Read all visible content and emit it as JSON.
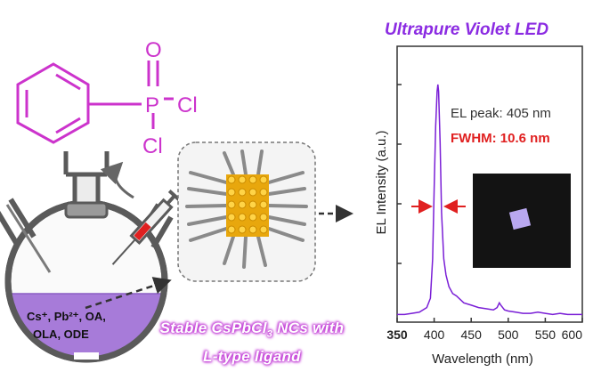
{
  "title": "Ultrapure Violet LED",
  "molecule": {
    "atoms": {
      "oxygen": "O",
      "phosphorus": "P",
      "chlorine_1": "Cl",
      "chlorine_2": "Cl"
    },
    "color": "#cc33cc"
  },
  "flask_contents": {
    "line_1": "Cs⁺, Pb²⁺, OA,",
    "line_2": "OLA, ODE",
    "liquid_color": "#a77bd9"
  },
  "caption": {
    "line_1_prefix": "Stable CsPbCl",
    "line_1_sub": "3",
    "line_1_suffix": " NCs with",
    "line_2": "L-type ligand"
  },
  "chart_data": {
    "type": "line",
    "xlabel": "Wavelength (nm)",
    "ylabel": "EL Intensity (a.u.)",
    "xlim": [
      350,
      600
    ],
    "xticks": [
      350,
      400,
      450,
      500,
      550,
      600
    ],
    "series": [
      {
        "x": [
          350,
          360,
          370,
          380,
          390,
          395,
          398,
          400,
          402,
          404,
          405,
          406,
          408,
          410,
          413,
          416,
          420,
          425,
          430,
          440,
          450,
          460,
          470,
          480,
          485,
          488,
          490,
          495,
          500,
          510,
          520,
          530,
          540,
          550,
          560,
          570,
          580,
          590,
          600
        ],
        "values": [
          0.01,
          0.01,
          0.015,
          0.02,
          0.04,
          0.08,
          0.25,
          0.55,
          0.82,
          0.97,
          1.0,
          0.97,
          0.75,
          0.45,
          0.25,
          0.18,
          0.13,
          0.1,
          0.09,
          0.06,
          0.05,
          0.04,
          0.035,
          0.03,
          0.04,
          0.06,
          0.05,
          0.03,
          0.025,
          0.02,
          0.015,
          0.015,
          0.02,
          0.015,
          0.01,
          0.015,
          0.01,
          0.01,
          0.01
        ],
        "color": "#7a1fd6"
      }
    ],
    "annotations": {
      "peak_label": "EL peak: 405 nm",
      "fwhm_label": "FWHM: 10.6 nm",
      "fwhm_color": "#e02020",
      "led_emission_color": "#b9a8f0"
    }
  }
}
